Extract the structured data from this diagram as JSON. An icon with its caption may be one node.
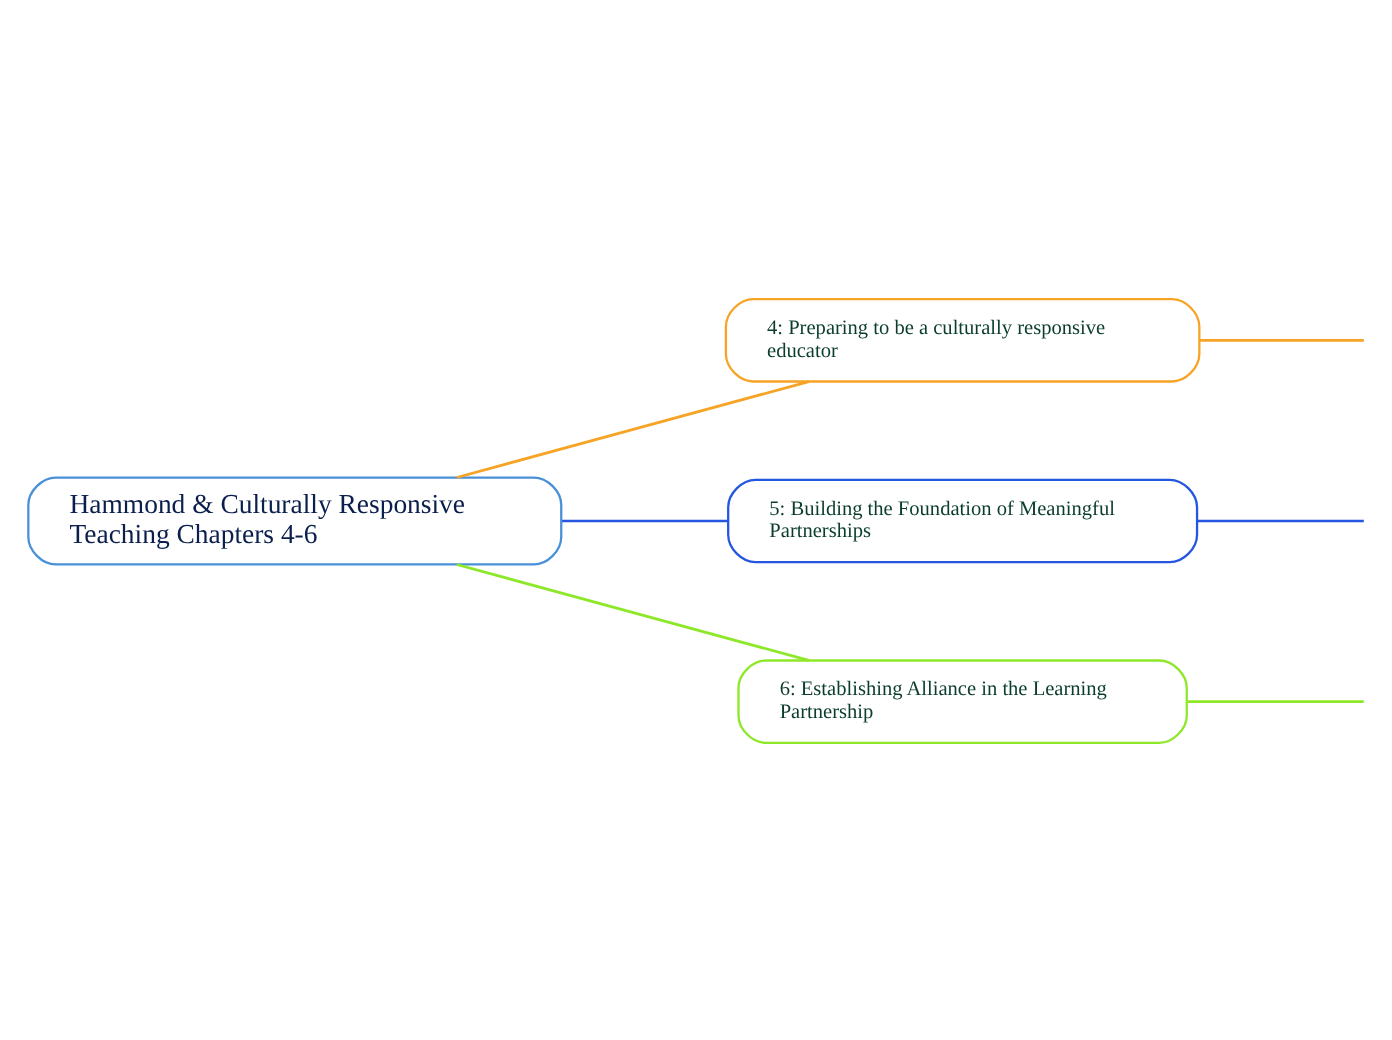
{
  "diagram": {
    "nodes": [
      {
        "text": [
          "Hammond & Culturally Responsive Teaching Chapters 4-6"
        ]
      },
      {
        "text": [
          "4: Preparing to be a culturally responsive educator"
        ]
      },
      {
        "text": [
          "5: Building the Foundation of Meaningful Partnerships"
        ]
      },
      {
        "text": [
          "6: Establishing Alliance in the Learning Partnership"
        ]
      }
    ],
    "edges": [
      {
        "from": 0,
        "to": 1,
        "arrow": "none",
        "color": "#f7a325"
      },
      {
        "from": 0,
        "to": 2,
        "arrow": "none",
        "color": "#2456e0"
      },
      {
        "from": 0,
        "to": 3,
        "arrow": "none",
        "color": "#8ee82a"
      },
      {
        "from": 1,
        "to": null,
        "arrow": "none",
        "color": "#f7a325"
      },
      {
        "from": 2,
        "to": null,
        "arrow": "none",
        "color": "#2456e0"
      },
      {
        "from": 3,
        "to": null,
        "arrow": "none",
        "color": "#8ee82a"
      }
    ]
  }
}
